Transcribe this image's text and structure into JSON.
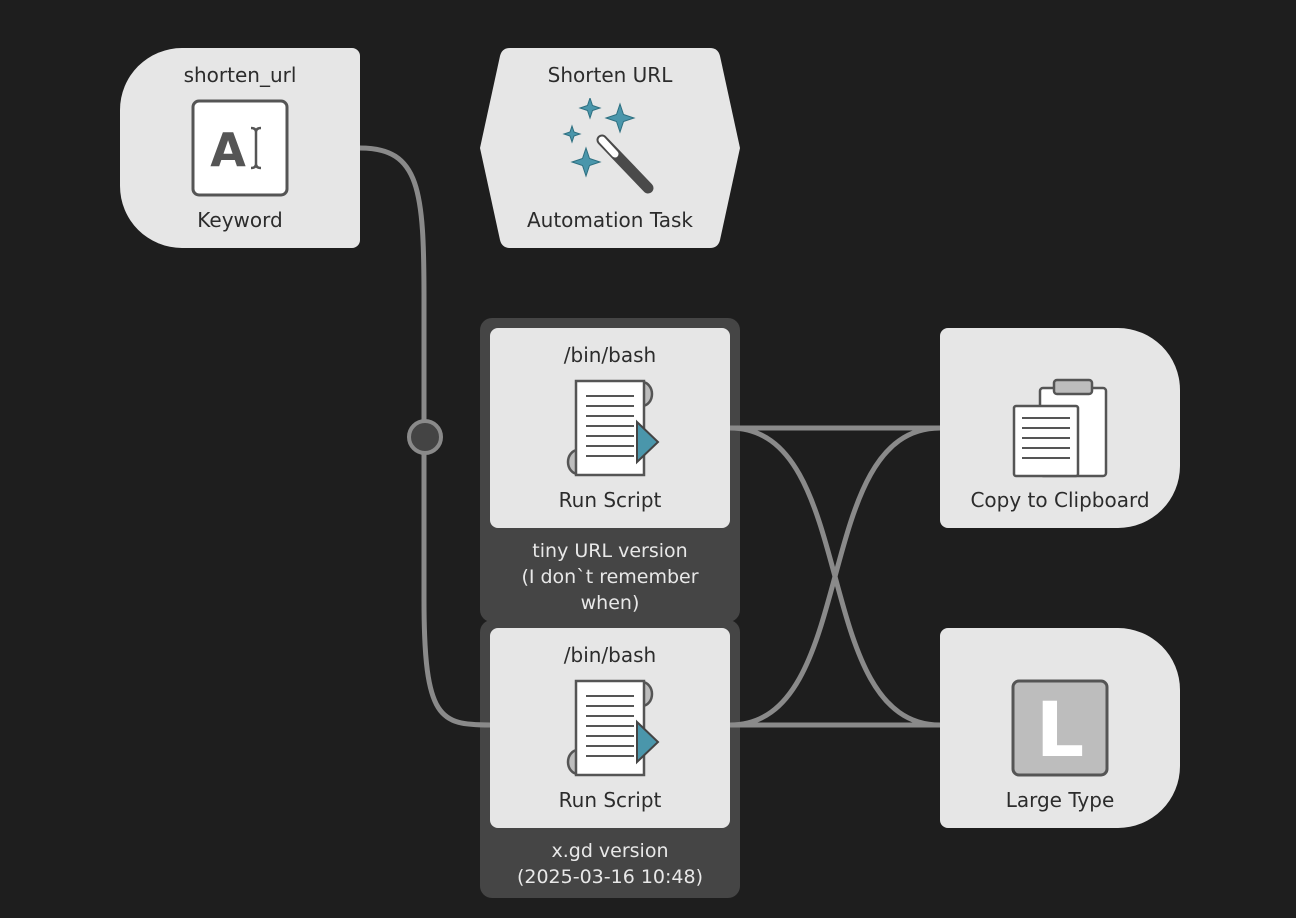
{
  "canvas": {
    "background": "#1e1e1e",
    "node_fill": "#e6e6e6",
    "wire_color": "#8a8a8a",
    "accent": "#4a96ab"
  },
  "nodes": {
    "keyword": {
      "title": "shorten_url",
      "label": "Keyword",
      "icon": "keyword-icon"
    },
    "automation": {
      "title": "Shorten URL",
      "label": "Automation Task",
      "icon": "magic-wand-icon"
    },
    "script1": {
      "title": "/bin/bash",
      "label": "Run Script",
      "icon": "run-script-icon"
    },
    "script2": {
      "title": "/bin/bash",
      "label": "Run Script",
      "icon": "run-script-icon"
    },
    "clipboard": {
      "label": "Copy to Clipboard",
      "icon": "clipboard-icon"
    },
    "largetype": {
      "label": "Large Type",
      "icon": "large-type-icon"
    }
  },
  "notes": {
    "script1": [
      "tiny URL version",
      "(I don`t remember",
      "when)"
    ],
    "script2": [
      "x.gd version",
      "(2025-03-16 10:48)"
    ]
  }
}
